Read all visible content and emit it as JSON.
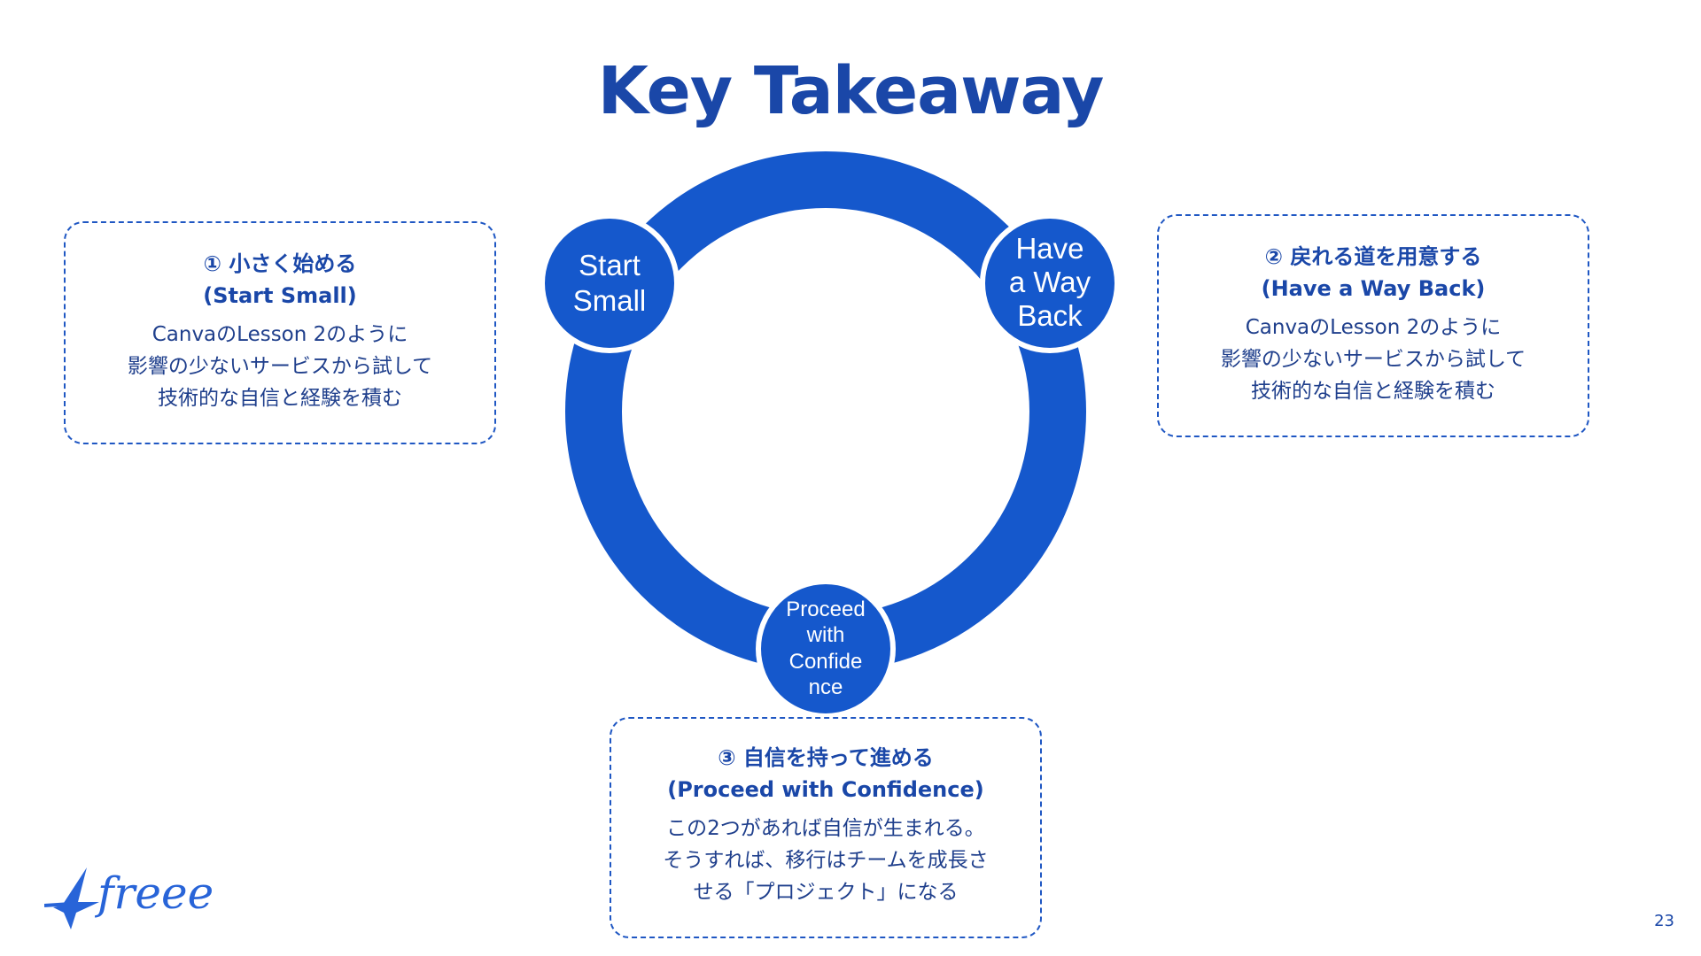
{
  "title": "Key Takeaway",
  "nodes": {
    "start": {
      "line1": "Start",
      "line2": "Small"
    },
    "way": {
      "line1": "Have",
      "line2": "a Way",
      "line3": "Back"
    },
    "proceed": {
      "line1": "Proceed",
      "line2": "with",
      "line3": "Confide",
      "line4": "nce"
    }
  },
  "cards": {
    "start_small": {
      "heading": "① 小さく始める",
      "subheading": "(Start Small)",
      "lines": [
        "CanvaのLesson 2のように",
        "影響の少ないサービスから試して",
        "技術的な自信と経験を積む"
      ]
    },
    "way_back": {
      "heading": "② 戻れる道を用意する",
      "subheading": "(Have a Way Back)",
      "lines": [
        "CanvaのLesson 2のように",
        "影響の少ないサービスから試して",
        "技術的な自信と経験を積む"
      ]
    },
    "confidence": {
      "heading": "③ 自信を持って進める",
      "subheading": "(Proceed with Confidence)",
      "lines": [
        "この2つがあれば自信が生まれる。",
        "そうすれば、移行はチームを成長さ",
        "せる「プロジェクト」になる"
      ]
    }
  },
  "logo": {
    "text": "freee",
    "icon": "bird-icon"
  },
  "page_number": "23",
  "colors": {
    "primary": "#1558cc",
    "title": "#1a47a8",
    "border": "#1f57c3"
  }
}
